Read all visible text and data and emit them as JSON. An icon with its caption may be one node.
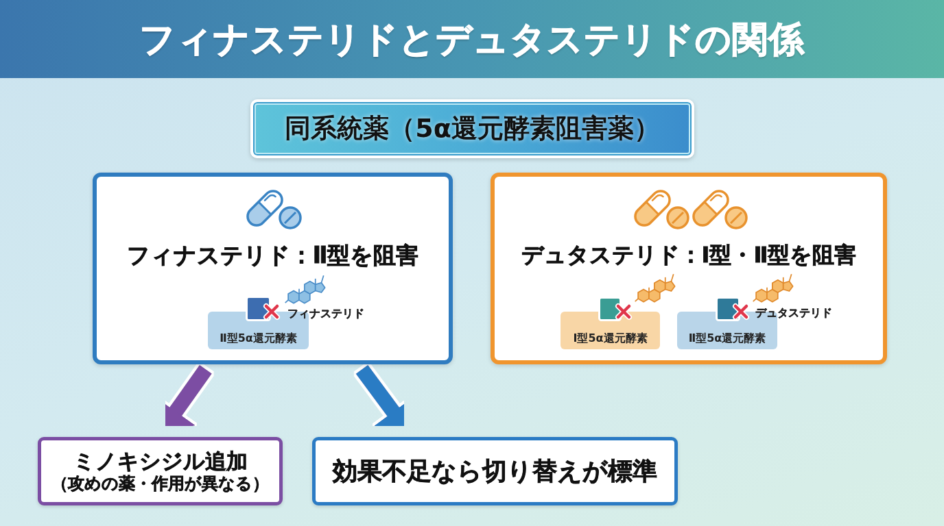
{
  "diagram": {
    "title": "フィナステリドとデュタステリドの関係",
    "nodes": [
      {
        "text": [
          "同系統薬（5α還元酵素阻害薬）"
        ]
      },
      {
        "text": [
          "フィナステリド：Ⅱ型を阻害"
        ]
      },
      {
        "text": [
          "Ⅱ型5α還元酵素"
        ],
        "in": 1
      },
      {
        "text": [
          "デュタステリド：Ⅰ型・Ⅱ型を阻害"
        ]
      },
      {
        "text": [
          "Ⅰ型5α還元酵素"
        ],
        "in": 3
      },
      {
        "text": [
          "Ⅱ型5α還元酵素"
        ],
        "in": 3
      },
      {
        "text": [
          "ミノキシジル追加",
          "（攻めの薬・作用が異なる）"
        ]
      },
      {
        "text": [
          "効果不足なら切り替えが標準"
        ]
      }
    ],
    "edges": [
      {
        "from": 1,
        "to": 6,
        "arrow": "to",
        "color": "#7b4ea3"
      },
      {
        "from": 1,
        "to": 7,
        "arrow": "to",
        "color": "#2b7bc4"
      }
    ],
    "labels": [
      "フィナステリド",
      "デュタステリド"
    ]
  }
}
